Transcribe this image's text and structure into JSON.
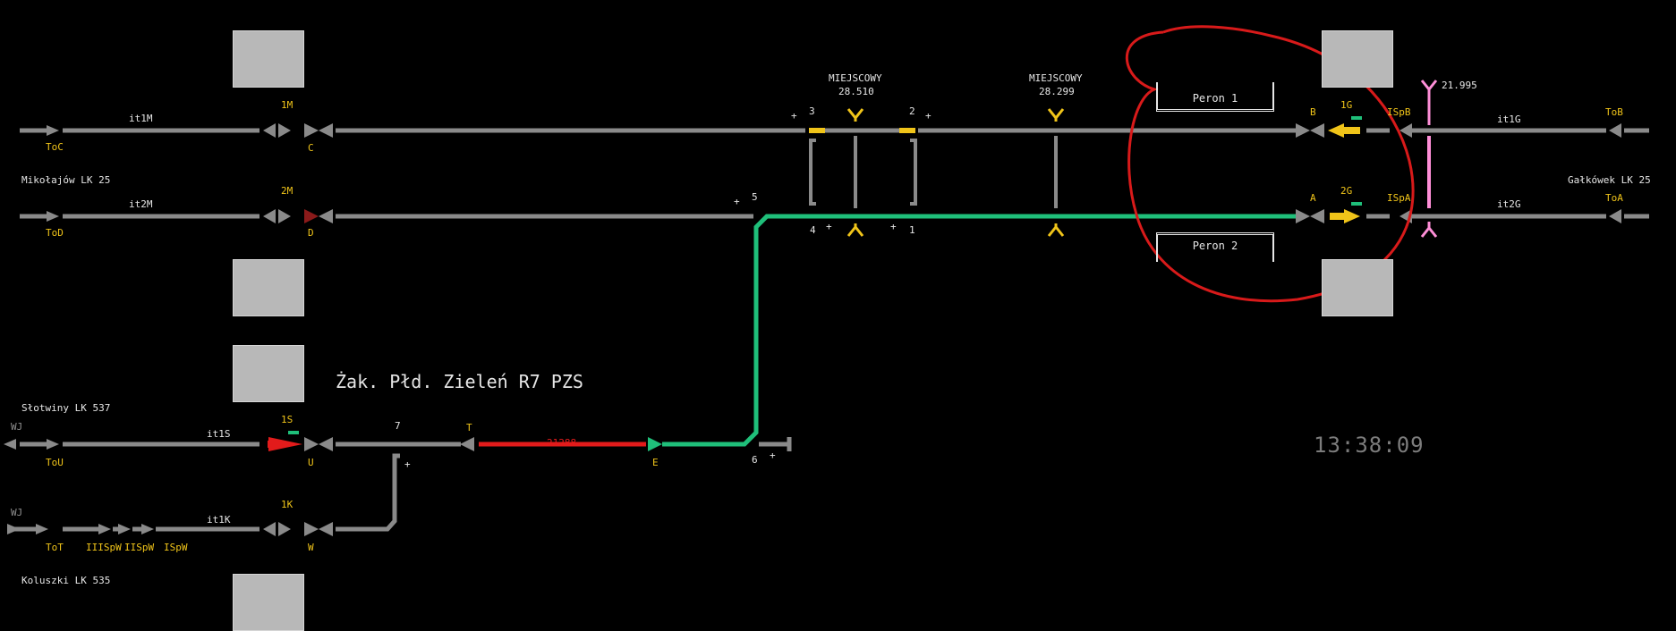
{
  "station": {
    "name": "Żak. Płd. Zieleń R7 PZS",
    "clock": "13:38:09"
  },
  "directions": {
    "left_upper": "Mikołajów LK 25",
    "left_middle": "Słotwiny LK 537",
    "left_lower": "Koluszki LK 535",
    "right": "Gałkówek LK 25"
  },
  "platforms": {
    "p1": "Peron 1",
    "p2": "Peron 2"
  },
  "control_points": [
    {
      "label": "MIEJSCOWY",
      "km": "28.510"
    },
    {
      "label": "MIEJSCOWY",
      "km": "28.299"
    }
  ],
  "km_marker": "21.995",
  "track_labels": {
    "it1M": "it1M",
    "it2M": "it2M",
    "it1S": "it1S",
    "it1K": "it1K",
    "it1G": "it1G",
    "it2G": "it2G"
  },
  "signals": {
    "ToC": "ToC",
    "ToD": "ToD",
    "ToU": "ToU",
    "ToT": "ToT",
    "IIISpW": "IIISpW",
    "IISpW": "IISpW",
    "ISpW": "ISpW",
    "M1": "1M",
    "M2": "2M",
    "S1": "1S",
    "K1": "1K",
    "C": "C",
    "D": "D",
    "U": "U",
    "W": "W",
    "T": "T",
    "E": "E",
    "B": "B",
    "A": "A",
    "G1": "1G",
    "G2": "2G",
    "ISpB": "ISpB",
    "ISpA": "ISpA",
    "ToB": "ToB",
    "ToA": "ToA",
    "WJ1": "WJ",
    "WJ2": "WJ"
  },
  "switches": {
    "s1": "1",
    "s2": "2",
    "s3": "3",
    "s4": "4",
    "s5": "5",
    "s6": "6",
    "s7": "7"
  },
  "train_number": "21288",
  "colors": {
    "track": "#8a8a8a",
    "route": "#1fbf7a",
    "occupied": "#e21b1b",
    "signal_yellow": "#f0c419",
    "pink": "#ff8fd8",
    "annotation": "#d81a1a"
  }
}
